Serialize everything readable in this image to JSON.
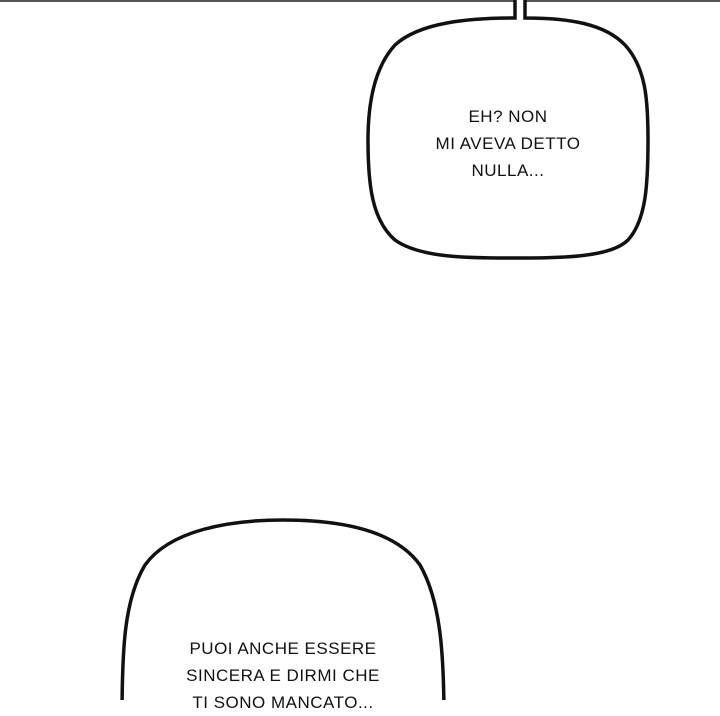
{
  "bubbles": [
    {
      "lines": [
        "EH? NON",
        "MI AVEVA DETTO",
        "NULLA..."
      ]
    },
    {
      "lines": [
        "PUOI ANCHE ESSERE",
        "SINCERA E DIRMI CHE",
        "TI SONO MANCATO..."
      ]
    }
  ]
}
